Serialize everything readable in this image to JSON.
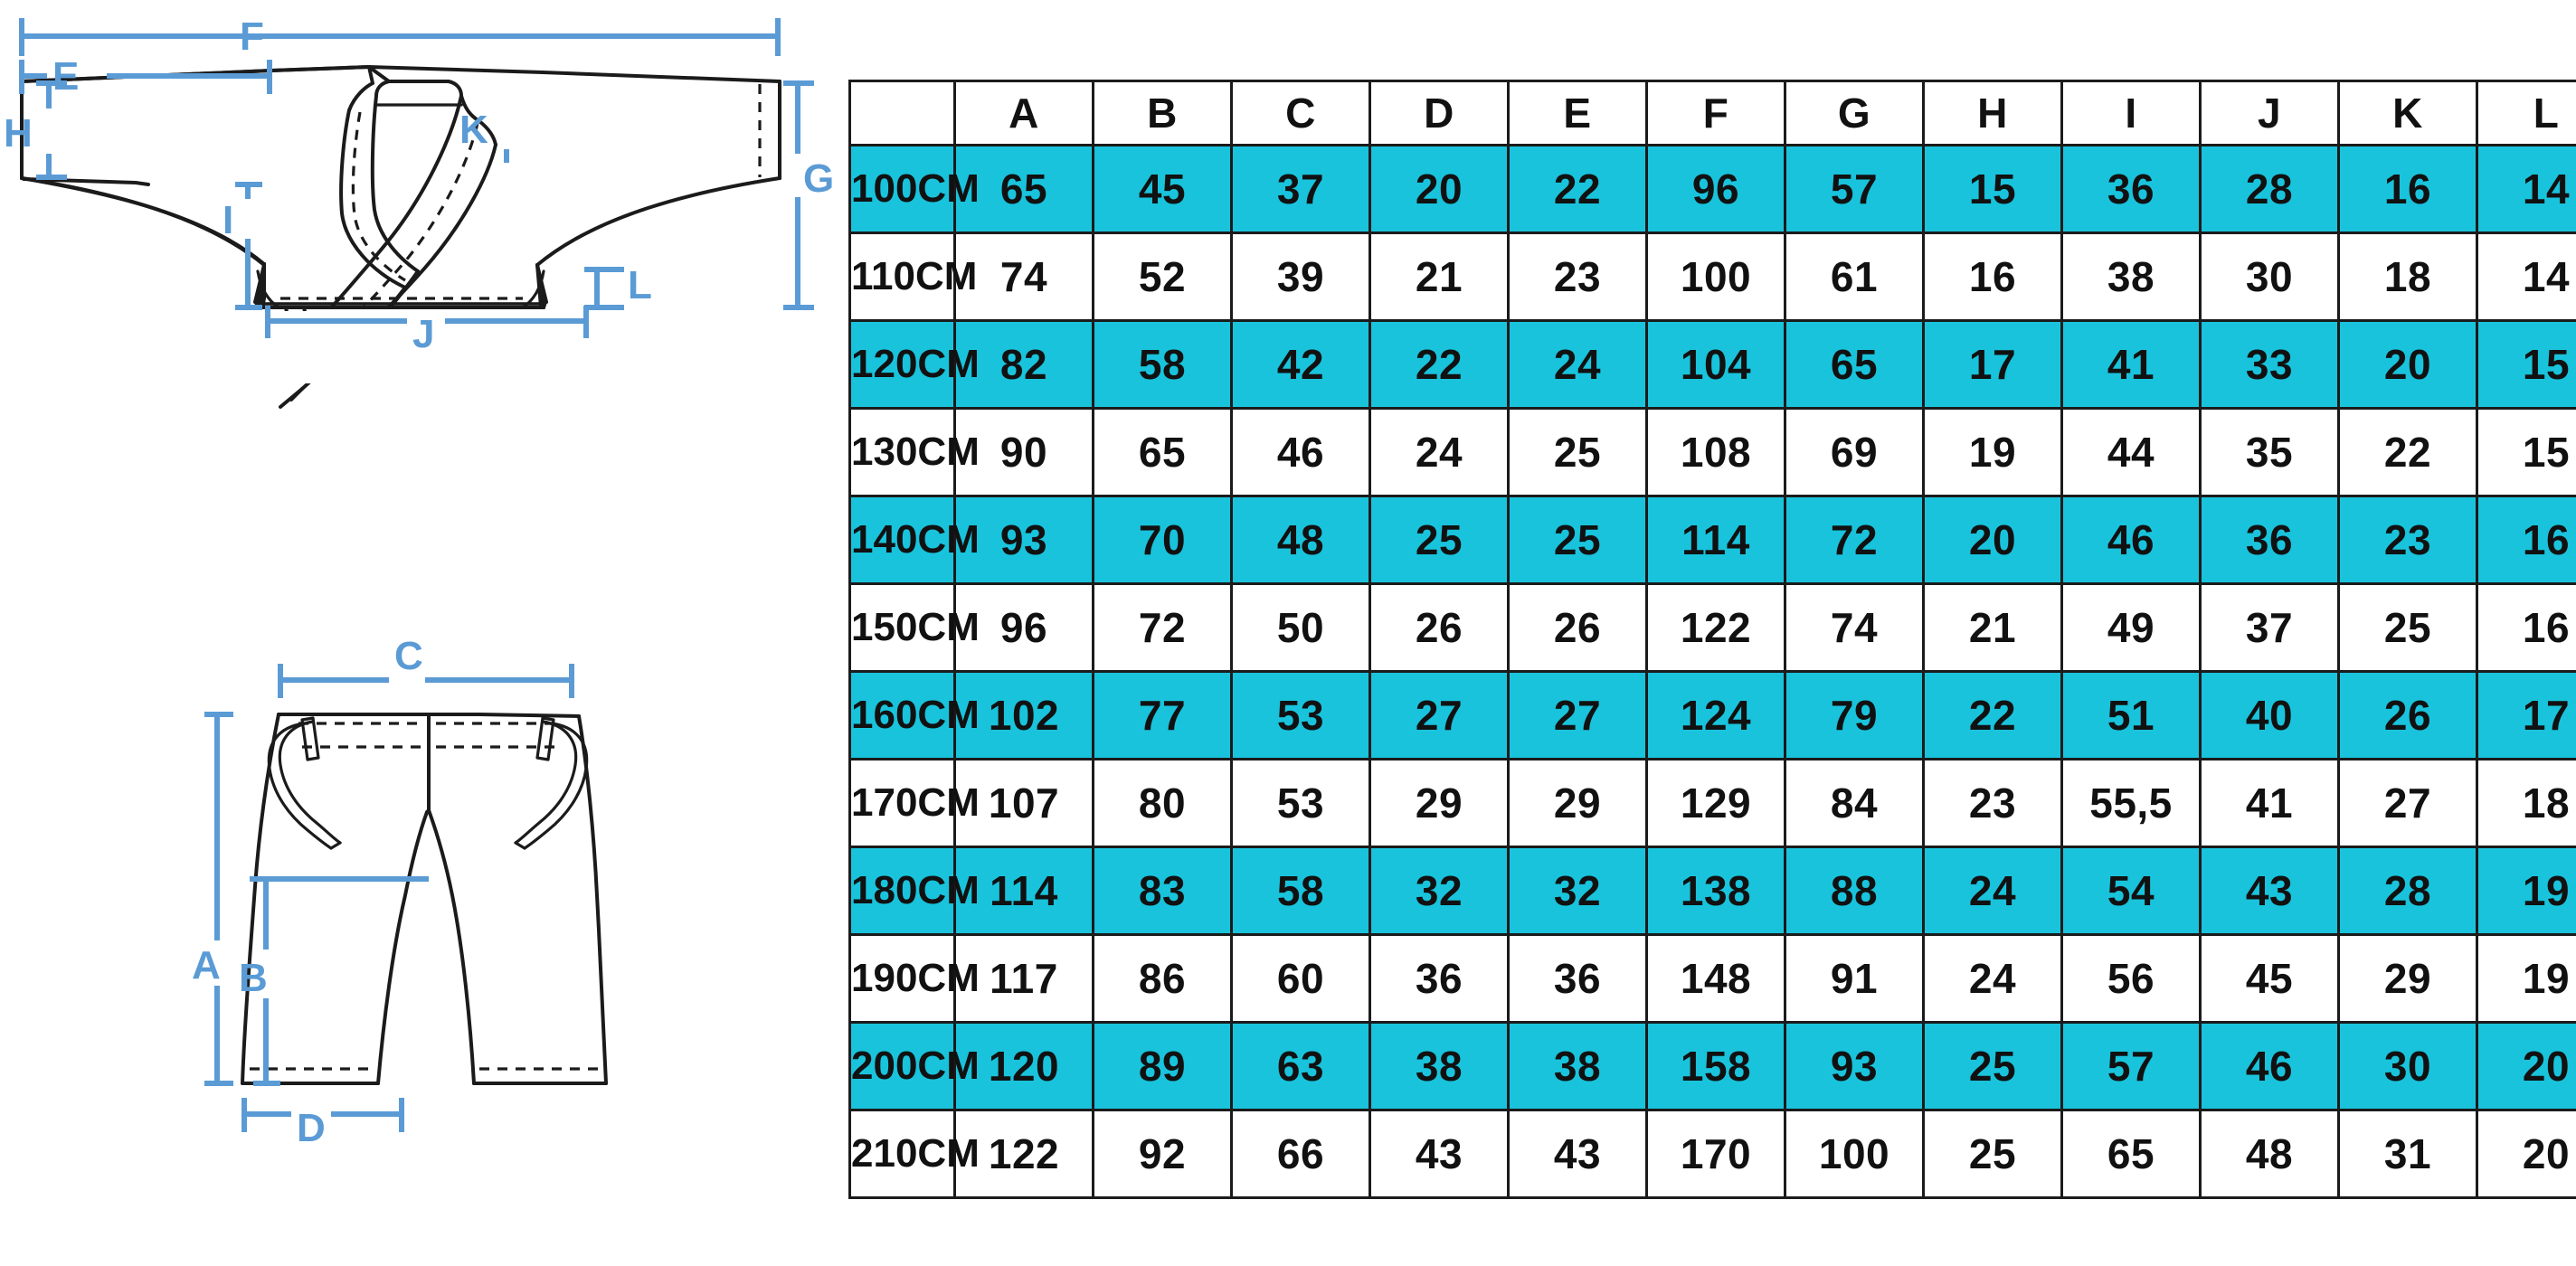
{
  "colors": {
    "accent_cyan": "#19c3dc",
    "dimension_blue": "#5b9bd5",
    "line_black": "#1b1b1b",
    "table_text": "#111111",
    "background": "#ffffff"
  },
  "diagram": {
    "jacket": {
      "name": "karate-gi-jacket",
      "labels": {
        "F": "F",
        "E": "E",
        "K": "K",
        "H": "H",
        "G": "G",
        "I": "I",
        "L": "L",
        "J": "J"
      }
    },
    "pants": {
      "name": "karate-gi-pants",
      "labels": {
        "C": "C",
        "A": "A",
        "B": "B",
        "D": "D"
      }
    }
  },
  "chart_data": {
    "type": "table",
    "title": "",
    "columns": [
      "",
      "A",
      "B",
      "C",
      "D",
      "E",
      "F",
      "G",
      "H",
      "I",
      "J",
      "K",
      "L"
    ],
    "rows": [
      {
        "size": "100CM",
        "values": [
          "65",
          "45",
          "37",
          "20",
          "22",
          "96",
          "57",
          "15",
          "36",
          "28",
          "16",
          "14"
        ],
        "highlight": true
      },
      {
        "size": "110CM",
        "values": [
          "74",
          "52",
          "39",
          "21",
          "23",
          "100",
          "61",
          "16",
          "38",
          "30",
          "18",
          "14"
        ],
        "highlight": false
      },
      {
        "size": "120CM",
        "values": [
          "82",
          "58",
          "42",
          "22",
          "24",
          "104",
          "65",
          "17",
          "41",
          "33",
          "20",
          "15"
        ],
        "highlight": true
      },
      {
        "size": "130CM",
        "values": [
          "90",
          "65",
          "46",
          "24",
          "25",
          "108",
          "69",
          "19",
          "44",
          "35",
          "22",
          "15"
        ],
        "highlight": false
      },
      {
        "size": "140CM",
        "values": [
          "93",
          "70",
          "48",
          "25",
          "25",
          "114",
          "72",
          "20",
          "46",
          "36",
          "23",
          "16"
        ],
        "highlight": true
      },
      {
        "size": "150CM",
        "values": [
          "96",
          "72",
          "50",
          "26",
          "26",
          "122",
          "74",
          "21",
          "49",
          "37",
          "25",
          "16"
        ],
        "highlight": false
      },
      {
        "size": "160CM",
        "values": [
          "102",
          "77",
          "53",
          "27",
          "27",
          "124",
          "79",
          "22",
          "51",
          "40",
          "26",
          "17"
        ],
        "highlight": true
      },
      {
        "size": "170CM",
        "values": [
          "107",
          "80",
          "53",
          "29",
          "29",
          "129",
          "84",
          "23",
          "55,5",
          "41",
          "27",
          "18"
        ],
        "highlight": false
      },
      {
        "size": "180CM",
        "values": [
          "114",
          "83",
          "58",
          "32",
          "32",
          "138",
          "88",
          "24",
          "54",
          "43",
          "28",
          "19"
        ],
        "highlight": true
      },
      {
        "size": "190CM",
        "values": [
          "117",
          "86",
          "60",
          "36",
          "36",
          "148",
          "91",
          "24",
          "56",
          "45",
          "29",
          "19"
        ],
        "highlight": false
      },
      {
        "size": "200CM",
        "values": [
          "120",
          "89",
          "63",
          "38",
          "38",
          "158",
          "93",
          "25",
          "57",
          "46",
          "30",
          "20"
        ],
        "highlight": true
      },
      {
        "size": "210CM",
        "values": [
          "122",
          "92",
          "66",
          "43",
          "43",
          "170",
          "100",
          "25",
          "65",
          "48",
          "31",
          "20"
        ],
        "highlight": false
      }
    ]
  }
}
